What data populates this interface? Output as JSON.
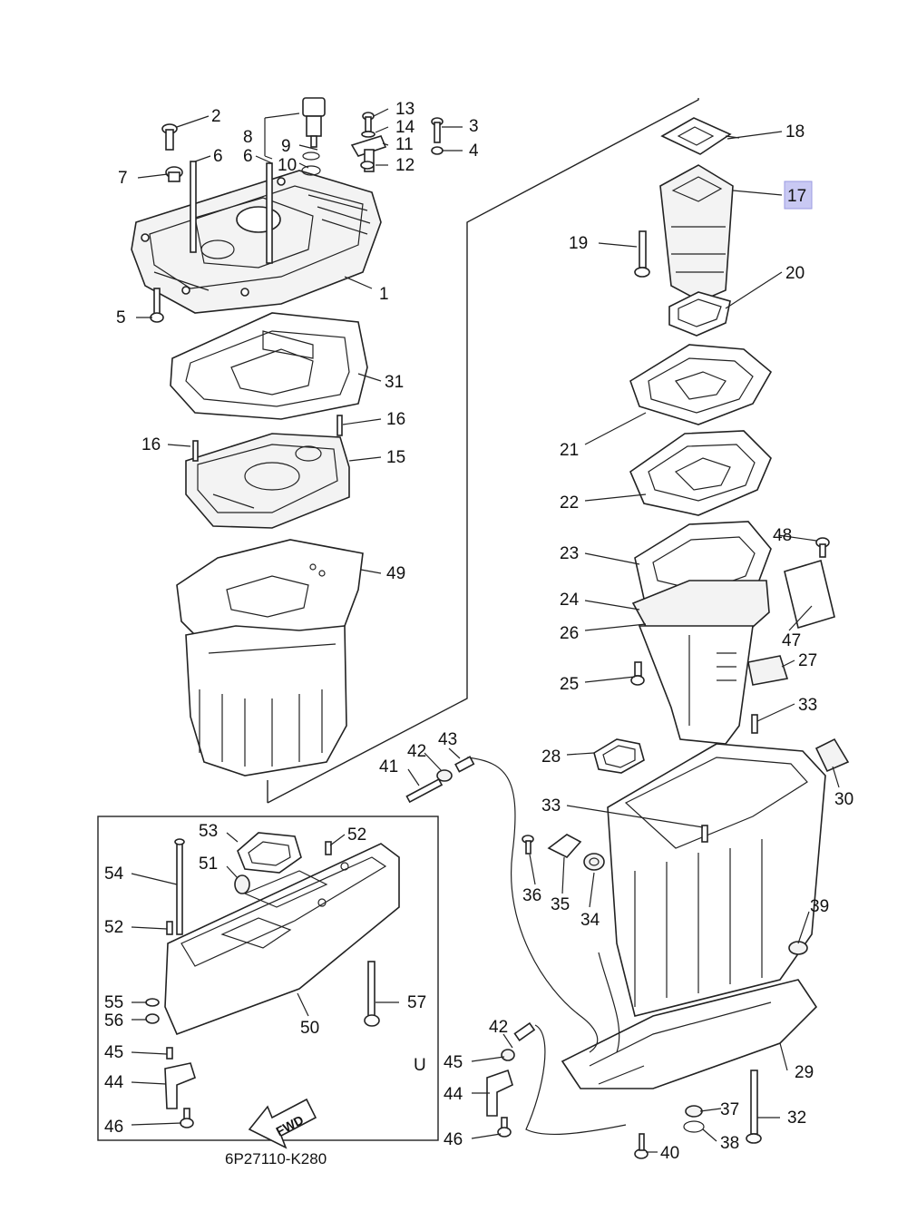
{
  "diagram": {
    "reference_code": "6P27110-K280",
    "fwd_label": "FWD",
    "u_mark": "U",
    "highlight_color": "#c9c9f3",
    "labels": {
      "l1": "1",
      "l2": "2",
      "l3": "3",
      "l4": "4",
      "l5": "5",
      "l6a": "6",
      "l6b": "6",
      "l7": "7",
      "l8": "8",
      "l9": "9",
      "l10": "10",
      "l11": "11",
      "l12": "12",
      "l13": "13",
      "l14": "14",
      "l15": "15",
      "l16a": "16",
      "l16b": "16",
      "l17": "17",
      "l18": "18",
      "l19": "19",
      "l20": "20",
      "l21": "21",
      "l22": "22",
      "l23": "23",
      "l24": "24",
      "l25": "25",
      "l26": "26",
      "l27": "27",
      "l28": "28",
      "l29": "29",
      "l30": "30",
      "l31": "31",
      "l32": "32",
      "l33a": "33",
      "l33b": "33",
      "l34": "34",
      "l35": "35",
      "l36": "36",
      "l37": "37",
      "l38": "38",
      "l39": "39",
      "l40": "40",
      "l41": "41",
      "l42a": "42",
      "l42b": "42",
      "l43": "43",
      "l44a": "44",
      "l44b": "44",
      "l45a": "45",
      "l45b": "45",
      "l46a": "46",
      "l46b": "46",
      "l47": "47",
      "l48": "48",
      "l49": "49",
      "l50": "50",
      "l51": "51",
      "l52a": "52",
      "l52b": "52",
      "l53": "53",
      "l54": "54",
      "l55": "55",
      "l56": "56",
      "l57": "57"
    }
  }
}
